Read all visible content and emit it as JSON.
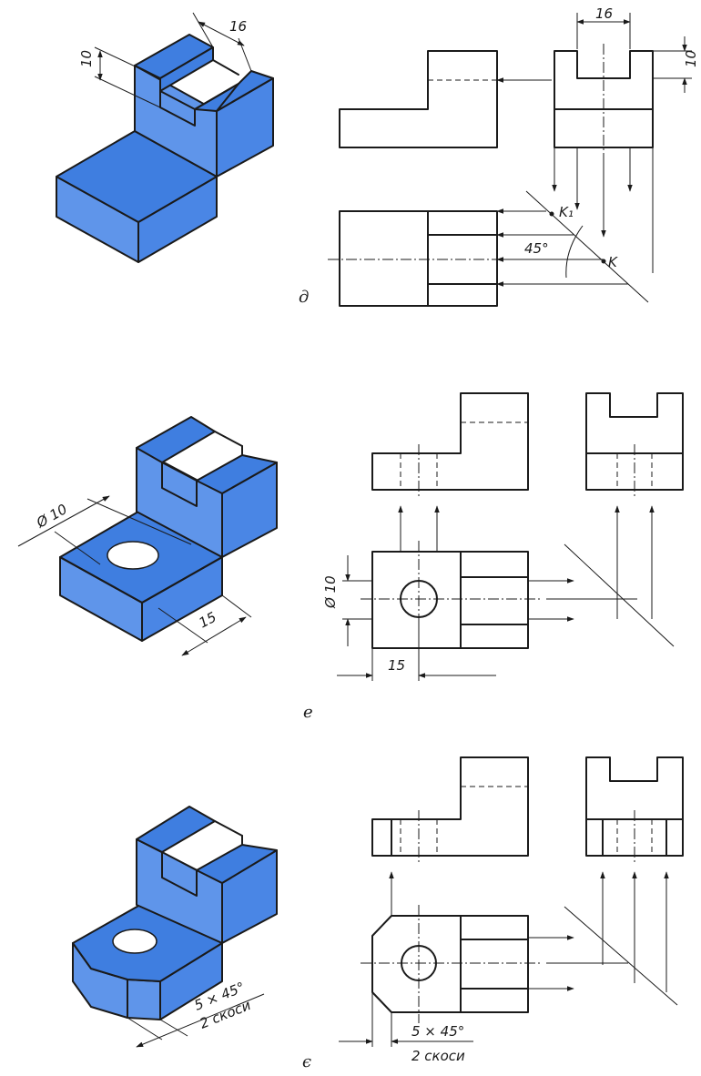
{
  "figure_d": {
    "letter": "д",
    "dim_width": "16",
    "dim_height": "10",
    "dim_view_width": "16",
    "dim_view_height": "10",
    "point_k1": "K₁",
    "point_k": "K",
    "angle": "45°"
  },
  "figure_e": {
    "letter": "е",
    "dim_diameter": "Ø 10",
    "dim_offset": "15",
    "dim_view_diameter": "Ø 10",
    "dim_view_offset": "15"
  },
  "figure_ye": {
    "letter": "є",
    "chamfer_size": "5 × 45°",
    "chamfer_count": "2 скоси",
    "view_chamfer_size": "5 × 45°",
    "view_chamfer_count": "2 скоси"
  },
  "colors": {
    "model_fill": "#3f7ee0",
    "line": "#1a1a1a"
  }
}
